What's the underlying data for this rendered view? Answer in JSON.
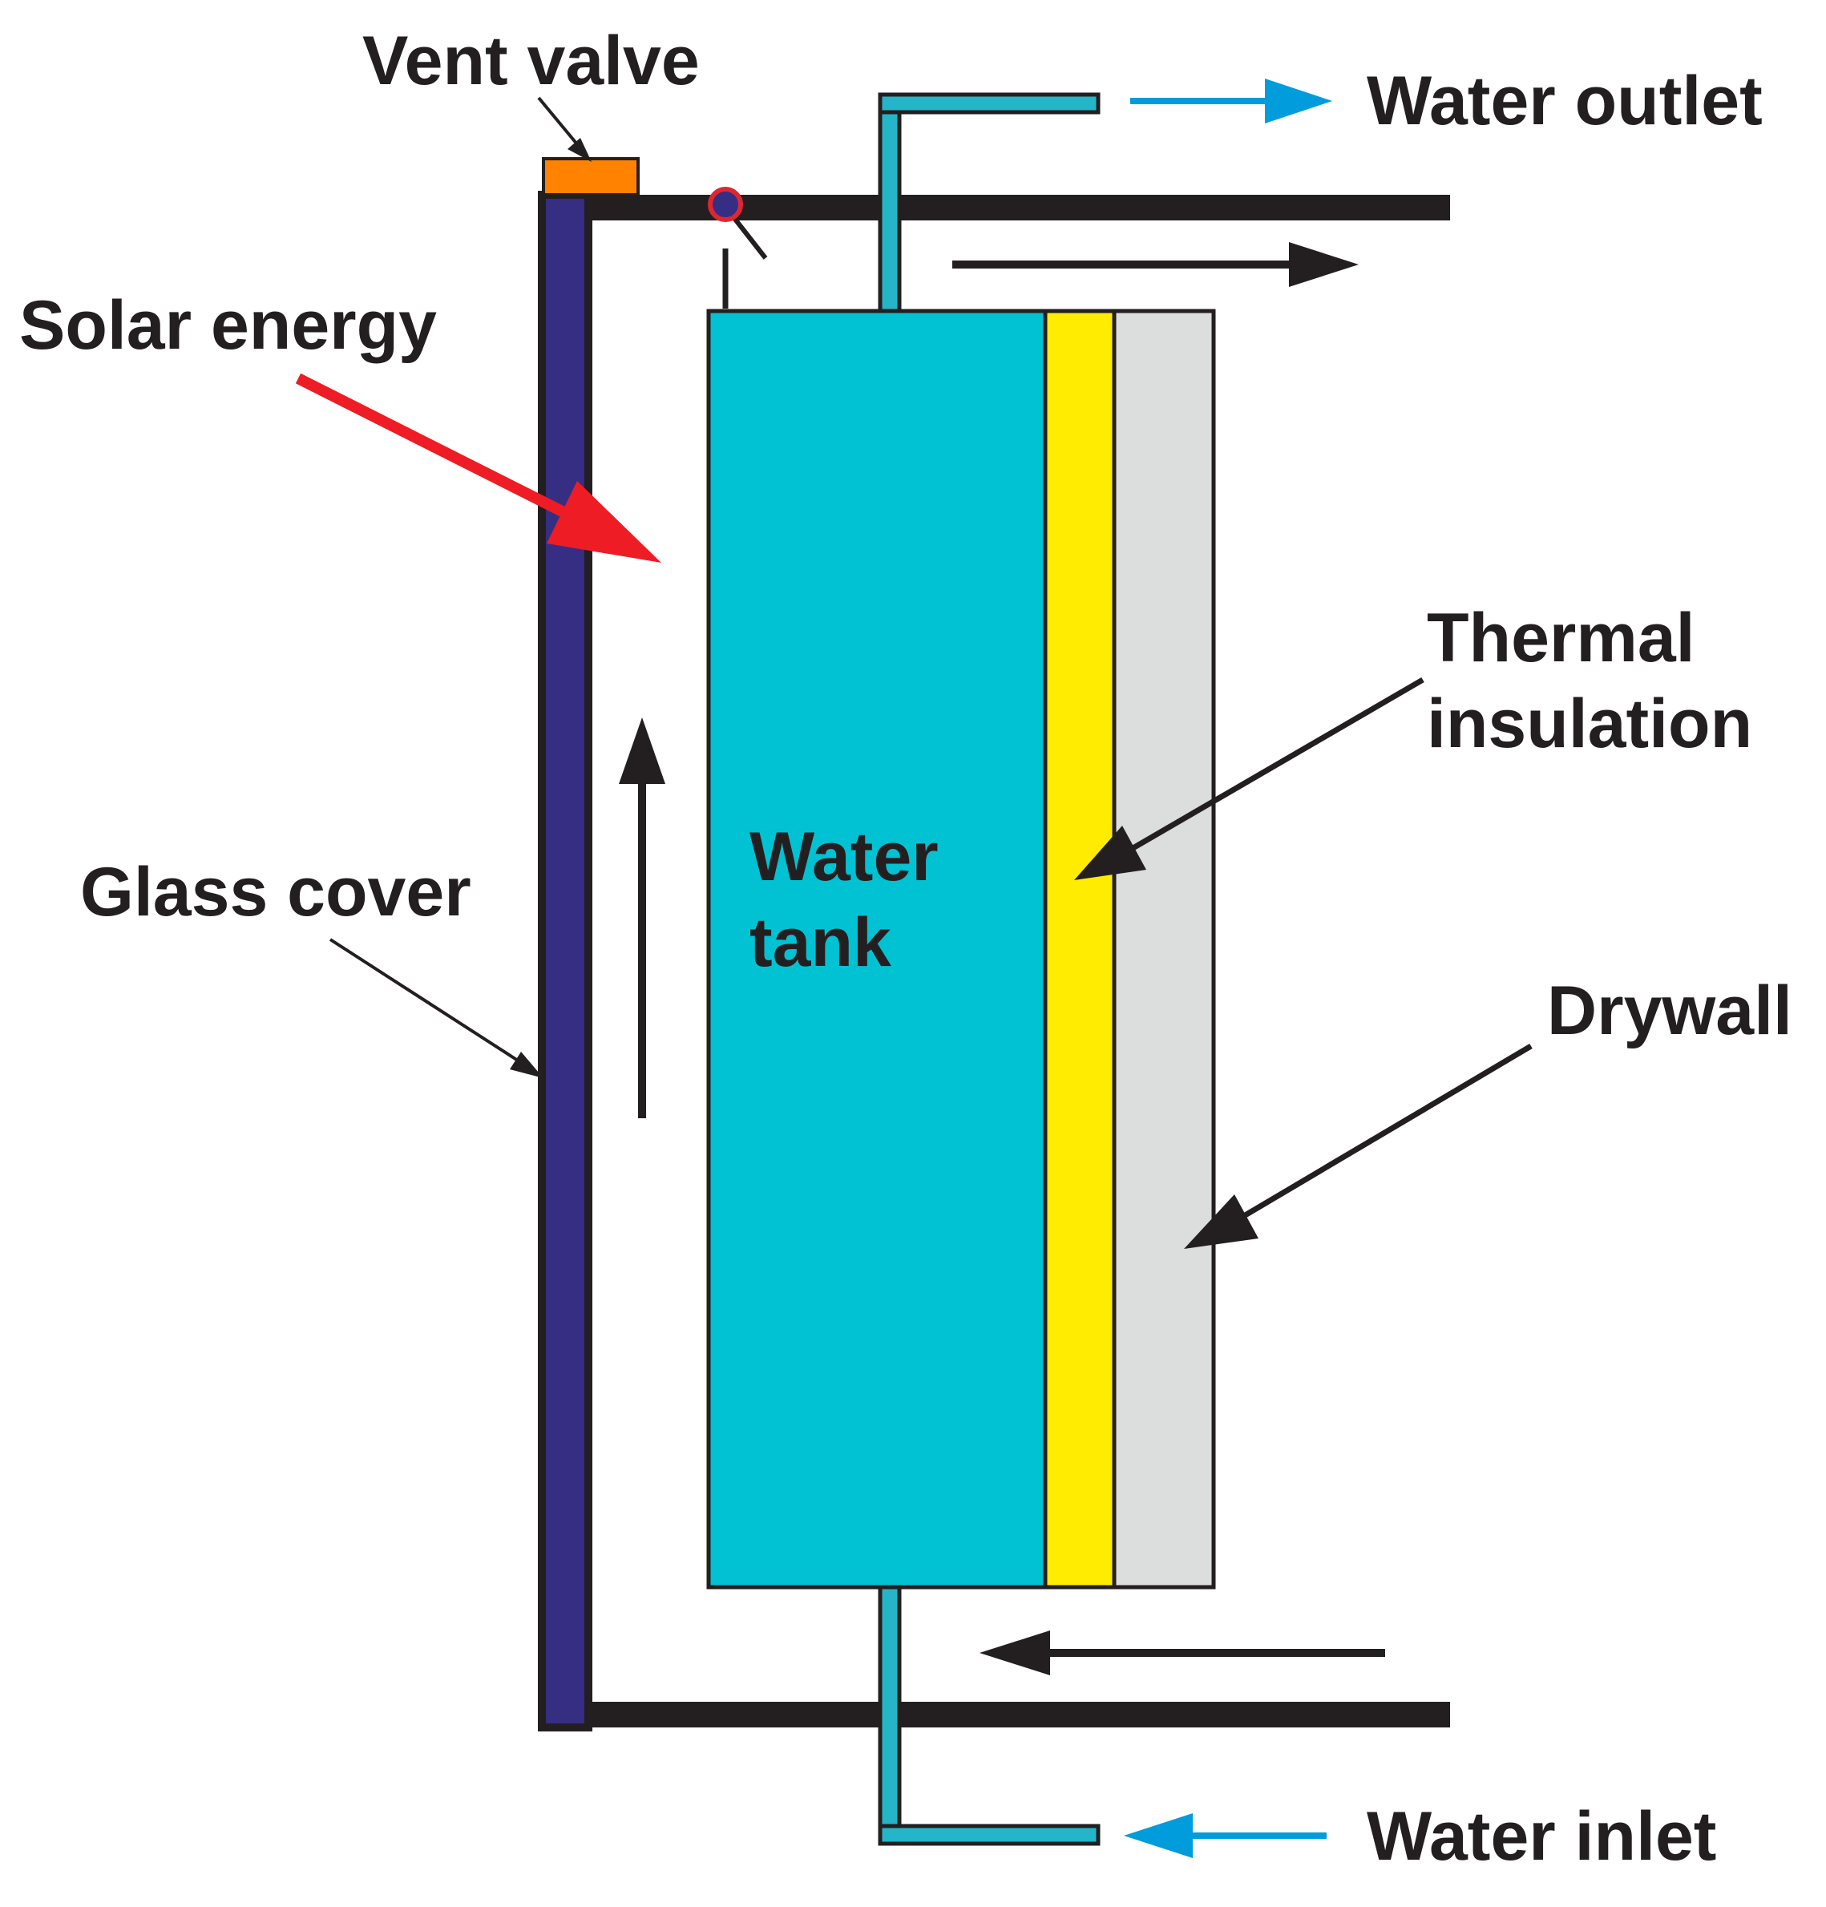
{
  "labels": {
    "vent_valve": "Vent valve",
    "water_outlet": "Water outlet",
    "solar_energy": "Solar energy",
    "thermal_insulation_line1": "Thermal",
    "thermal_insulation_line2": "insulation",
    "glass_cover": "Glass cover",
    "water_tank_line1": "Water",
    "water_tank_line2": "tank",
    "drywall": "Drywall",
    "water_inlet": "Water inlet"
  },
  "colors": {
    "frame": "#231f20",
    "glass_cover": "#352e83",
    "vent_valve": "#ff8200",
    "water_tank": "#00c2d3",
    "pipe": "#24b5c8",
    "thermal_insulation": "#ffec00",
    "drywall": "#dcdddd",
    "solar_arrow": "#ee1c25",
    "water_flow_arrow": "#009cdc",
    "valve_ring": "#e1262f",
    "valve_core": "#352e83"
  }
}
